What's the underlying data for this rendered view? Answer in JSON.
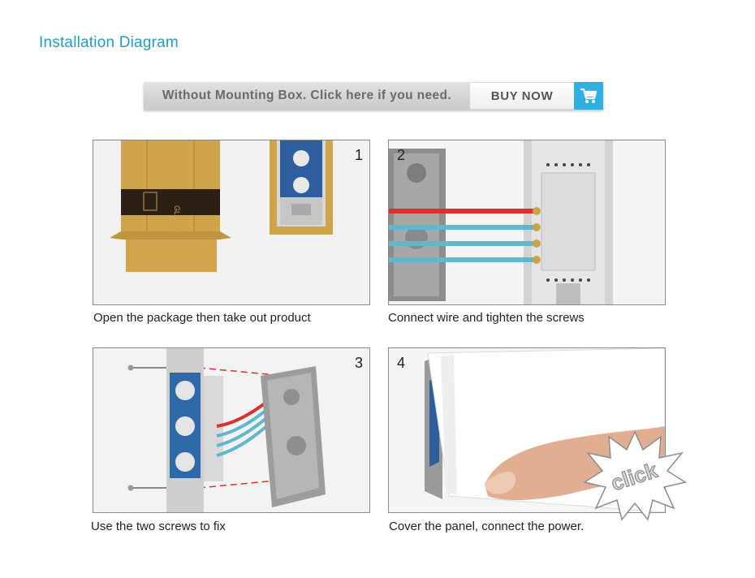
{
  "title": "Installation Diagram",
  "banner": {
    "text": "Without Mounting Box. Click here if you need.",
    "buy_label": "BUY NOW",
    "cart_icon": "cart-icon"
  },
  "steps": [
    {
      "number": "1",
      "caption": "Open the package then take out product"
    },
    {
      "number": "2",
      "caption": "Connect wire and tighten the screws"
    },
    {
      "number": "3",
      "caption": "Use the two screws to fix"
    },
    {
      "number": "4",
      "caption": "Cover the panel, connect the power."
    }
  ],
  "click_text": "click",
  "colors": {
    "title": "#1f9fc0",
    "cart_bg": "#2fb0e0",
    "live_wire": "#d8332b",
    "wire": "#5fb8d0"
  }
}
